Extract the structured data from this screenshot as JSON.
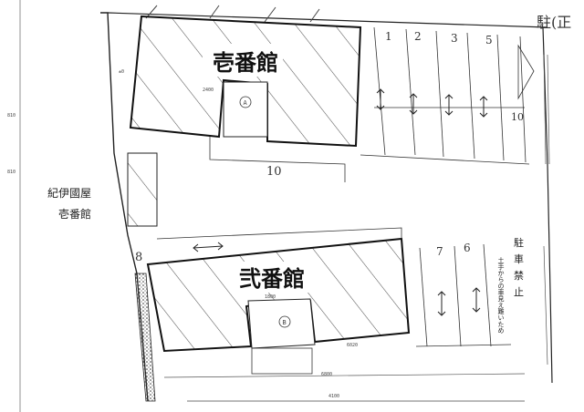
{
  "header": {
    "text": "駐(正"
  },
  "buildings": [
    {
      "name": "壱番館",
      "entrance": "A"
    },
    {
      "name": "弐番館",
      "entrance": "B"
    }
  ],
  "neighbor": {
    "line1": "紀伊國屋",
    "line2": "壱番館"
  },
  "parking_numbers": {
    "top_row": [
      "1",
      "2",
      "3",
      "5"
    ],
    "top_right": "10",
    "under_ichiban": "10",
    "left_side": "8",
    "lower_row": [
      "7",
      "6"
    ]
  },
  "notice": {
    "title": "駐車禁止",
    "sub": "土手からの車見え難いため"
  },
  "scribbles": {
    "a1": "810",
    "a2": "810",
    "a3": "2400",
    "a4": "1800",
    "a5": "±0",
    "a6": "6800",
    "a7": "6020",
    "a8": "4100"
  },
  "colors": {
    "ink": "#222222",
    "hatch": "#555555",
    "paper": "#ffffff"
  }
}
